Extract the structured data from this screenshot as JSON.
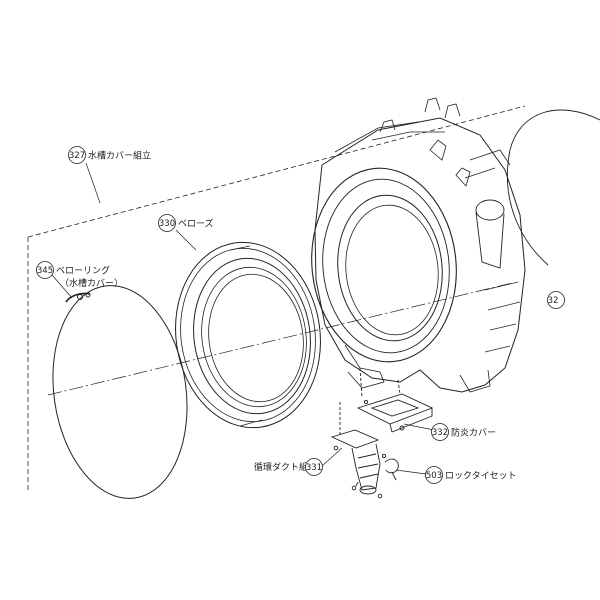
{
  "parts": [
    {
      "number": "327",
      "name": "水槽カバー組立"
    },
    {
      "number": "330",
      "name": "ベローズ"
    },
    {
      "number": "345",
      "name": "ベローリング",
      "name_line2": "（水槽カバー）"
    },
    {
      "number": "332",
      "name": "防炎カバー"
    },
    {
      "number": "331",
      "name": "循環ダクト組立"
    },
    {
      "number": "503",
      "name": "ロックタイセット"
    },
    {
      "number": "32",
      "name": ""
    }
  ],
  "colors": {
    "line": "#222222",
    "background": "#ffffff"
  }
}
